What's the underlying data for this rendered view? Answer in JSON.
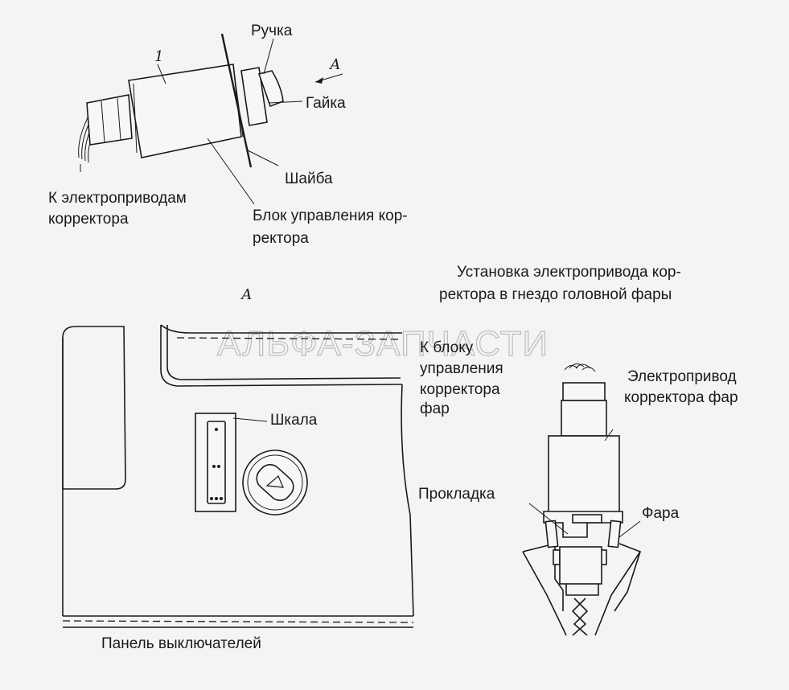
{
  "watermark": "АЛЬФА-ЗАПЧАСТИ",
  "top_view": {
    "part_number": "1",
    "view_marker": "А",
    "labels": {
      "handle": "Ручка",
      "nut": "Гайка",
      "washer": "Шайба",
      "to_actuators_line1": "К электроприводам",
      "to_actuators_line2": "корректора",
      "control_unit_line1": "Блок управления кор-",
      "control_unit_line2": "ректора"
    }
  },
  "panel_view": {
    "view_marker": "А",
    "labels": {
      "scale": "Шкала",
      "panel": "Панель выключателей"
    }
  },
  "headlamp_view": {
    "title_line1": "Установка электропривода кор-",
    "title_line2": "ректора в гнездо головной фары",
    "labels": {
      "to_block_line1": "К блоку",
      "to_block_line2": "управления",
      "to_block_line3": "корректора",
      "to_block_line4": "фар",
      "actuator_line1": "Электропривод",
      "actuator_line2": "корректора фар",
      "gasket": "Прокладка",
      "headlamp": "Фара"
    }
  }
}
